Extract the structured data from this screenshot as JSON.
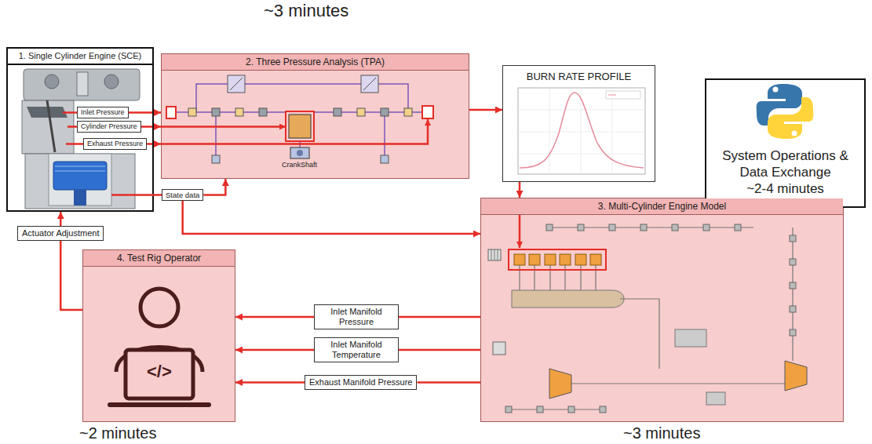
{
  "diagram": {
    "nodes": [
      {
        "text": [
          "1. Single Cylinder Engine (SCE)"
        ]
      },
      {
        "text": [
          "Inlet Pressure"
        ],
        "in": 0
      },
      {
        "text": [
          "Cylinder Pressure"
        ],
        "in": 0
      },
      {
        "text": [
          "Exhaust Pressure"
        ],
        "in": 0
      },
      {
        "text": [
          "State data"
        ]
      },
      {
        "text": [
          "2. Three Pressure Analysis (TPA)"
        ]
      },
      {
        "text": [
          "BURN RATE PROFILE"
        ]
      },
      {
        "text": [
          "3. Multi-Cylinder Engine Model"
        ]
      },
      {
        "text": [
          "4. Test Rig Operator"
        ]
      },
      {
        "text": [
          "Actuator Adjustment"
        ]
      },
      {
        "text": [
          "Inlet Manifold Pressure"
        ]
      },
      {
        "text": [
          "Inlet Manifold Temperature"
        ]
      },
      {
        "text": [
          "Exhaust Manifold Pressure"
        ]
      },
      {
        "text": [
          "System Operations & Data Exchange",
          "~2-4 minutes"
        ]
      }
    ],
    "edges": [
      {
        "from": 1,
        "to": 5,
        "arrow": "to"
      },
      {
        "from": 2,
        "to": 5,
        "arrow": "to"
      },
      {
        "from": 3,
        "to": 5,
        "arrow": "to"
      },
      {
        "from": 0,
        "to": 4,
        "arrow": "none"
      },
      {
        "from": 4,
        "to": 5,
        "arrow": "to"
      },
      {
        "from": 4,
        "to": 7,
        "arrow": "to"
      },
      {
        "from": 5,
        "to": 6,
        "arrow": "to"
      },
      {
        "from": 6,
        "to": 7,
        "arrow": "to"
      },
      {
        "from": 8,
        "to": 9,
        "arrow": "none"
      },
      {
        "from": 9,
        "to": 0,
        "arrow": "to"
      },
      {
        "from": 7,
        "to": 10,
        "arrow": "none"
      },
      {
        "from": 10,
        "to": 8,
        "arrow": "to"
      },
      {
        "from": 7,
        "to": 11,
        "arrow": "none"
      },
      {
        "from": 11,
        "to": 8,
        "arrow": "to"
      },
      {
        "from": 7,
        "to": 12,
        "arrow": "none"
      },
      {
        "from": 12,
        "to": 8,
        "arrow": "to"
      }
    ],
    "labels": [
      "~3 minutes",
      "CrankShaft",
      "</>",
      "~2 minutes",
      "~3 minutes"
    ]
  }
}
